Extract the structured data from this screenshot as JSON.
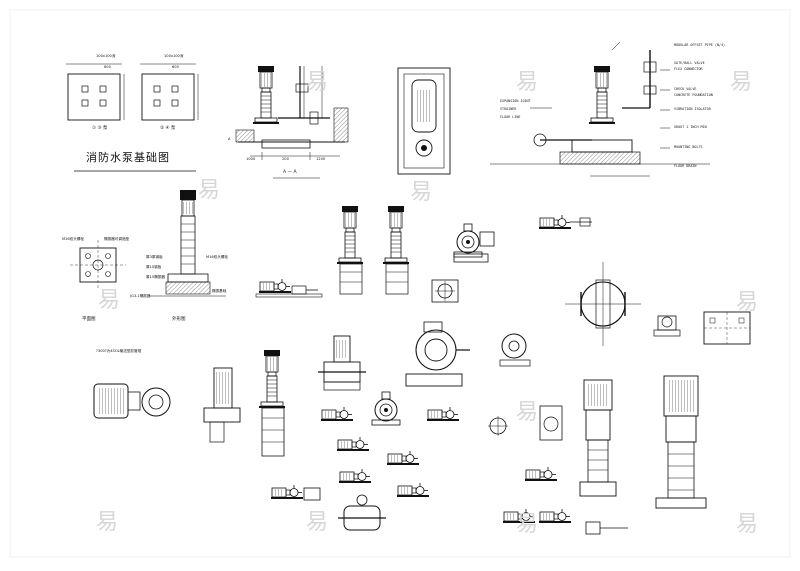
{
  "drawing": {
    "titles": {
      "foundation": "消防水泵基础图",
      "section": "A — A",
      "plan_view": "平面图",
      "elevation_view": "外形图",
      "motor_note": "?300?为4SOL输送型胶管规",
      "jg_label": "JG3-1隔振器"
    },
    "foundation_marks": {
      "pump_1": "① ③ 泵",
      "pump_2": "② ④ 泵",
      "dim_1": "100x100深",
      "dim_2": "100x100深",
      "dim_3": "600",
      "dim_4": "600"
    },
    "plan_notes": {
      "bolt": "M16双头螺栓",
      "plate": "隔振器可调底座",
      "steel_1": "厚3厚钢板",
      "steel_2": "厚15钢板",
      "steel_3": "厚15隔振器",
      "bolt_2": "M16双头螺栓",
      "base": "隔振基础"
    },
    "section_notes": {
      "n1": "1000",
      "n2": "200",
      "n3": "1200",
      "n4": "A"
    },
    "right_detail_notes": [
      "MODULAR OFFSET PIPE (N/4)",
      "GATE/BALL VALVE",
      "FLEX CONNECTOR",
      "CHECK VALVE",
      "CONCRETE FOUNDATION",
      "VIBRATION ISOLATOR",
      "GROUT 1 INCH MIN",
      "MOUNTING BOLTS",
      "FLOOR DRAIN",
      "EXPANSION JOINT",
      "STRAINER",
      "FLOOR LINE"
    ],
    "watermark": "易"
  }
}
